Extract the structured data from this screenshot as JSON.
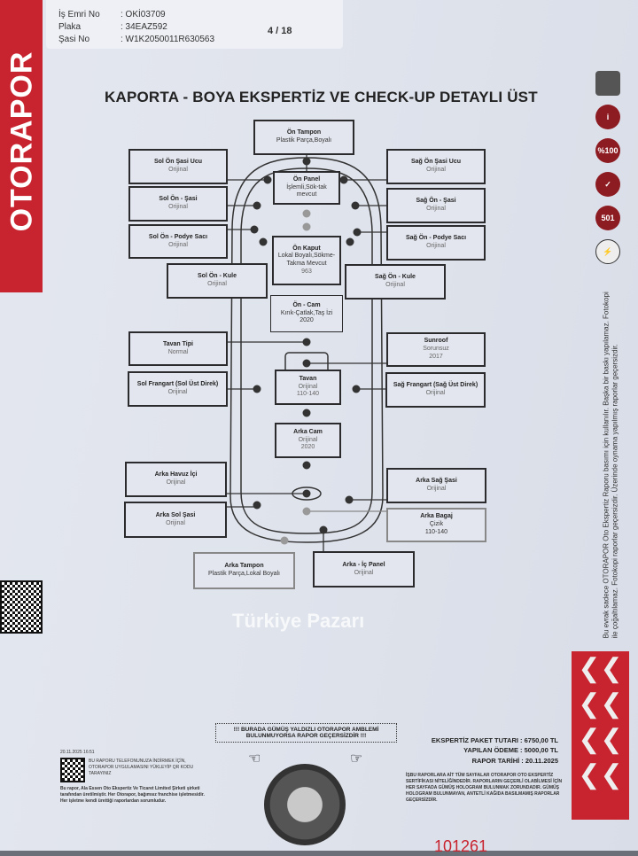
{
  "header": {
    "is_emri_label": "İş Emri No",
    "is_emri": ": OKİ03709",
    "plaka_label": "Plaka",
    "plaka": ": 34EAZ592",
    "sasi_label": "Şasi No",
    "sasi": ": W1K2050011R630563",
    "page": "4 / 18"
  },
  "brand": "OTORAPOR",
  "title": "KAPORTA - BOYA EKSPERTİZ VE CHECK-UP DETAYLI ÜST",
  "parts": [
    {
      "name": "Ön Tampon",
      "status": "Plastik Parça,Boyalı"
    },
    {
      "name": "Sol Ön Şasi Ucu",
      "status": "Orijinal"
    },
    {
      "name": "Sağ Ön Şasi Ucu",
      "status": "Orijinal"
    },
    {
      "name": "Ön Panel",
      "status": "İşlemli,Sök-tak mevcut"
    },
    {
      "name": "Sol Ön - Şasi",
      "status": "Orijinal"
    },
    {
      "name": "Sağ Ön - Şasi",
      "status": "Orijinal"
    },
    {
      "name": "Sol Ön - Podye Sacı",
      "status": "Orijinal"
    },
    {
      "name": "Sağ Ön - Podye Sacı",
      "status": "Orijinal"
    },
    {
      "name": "Ön Kaput",
      "status": "Lokal Boyalı,Sökme-Takma Mevcut",
      "extra": "963"
    },
    {
      "name": "Sol Ön - Kule",
      "status": "Orijinal"
    },
    {
      "name": "Sağ Ön - Kule",
      "status": "Orijinal"
    },
    {
      "name": "Ön - Cam",
      "status": "Kırık-Çatlak,Taş İzi",
      "extra": "2020"
    },
    {
      "name": "Tavan Tipi",
      "status": "Normal"
    },
    {
      "name": "Sunroof",
      "status": "Sorunsuz",
      "extra": "2017"
    },
    {
      "name": "Tavan",
      "status": "Orijinal",
      "extra": "110-140"
    },
    {
      "name": "Sol Frangart (Sol Üst Direk)",
      "status": "Orijinal"
    },
    {
      "name": "Sağ Frangart (Sağ Üst Direk)",
      "status": "Orijinal"
    },
    {
      "name": "Arka Cam",
      "status": "Orijinal",
      "extra": "2020"
    },
    {
      "name": "Arka Havuz İçi",
      "status": "Orijinal"
    },
    {
      "name": "Arka Sağ Şasi",
      "status": "Orijinal"
    },
    {
      "name": "Arka Sol Şasi",
      "status": "Orijinal"
    },
    {
      "name": "Arka Bagaj",
      "status": "Çizik",
      "extra": "110-140"
    },
    {
      "name": "Arka Tampon",
      "status": "Plastik Parça,Lokal Boyalı"
    },
    {
      "name": "Arka - İç Panel",
      "status": "Orijinal"
    }
  ],
  "watermark": "Türkiye Pazarı",
  "side_text": "Bu evrak sadece OTORAPOR Oto Ekspertiz Raporu basımı için kullanılır. Başka bir baskı yapılamaz. Fotokopi ile çoğaltılamaz. Fotokopi raporlar geçersizdir. Üzerinde oynama yapılmış raporlar geçersizdir.",
  "badges": [
    "i",
    "%100",
    "✓",
    "501",
    "⚡"
  ],
  "warning": "!!! BURADA GÜMÜŞ YALDIZLI OTORAPOR AMBLEMİ BULUNMUYORSA RAPOR GEÇERSİZDİR !!!",
  "fees": {
    "paket_label": "EKSPERTİZ PAKET TUTARI :",
    "paket": "6750,00 TL",
    "odeme_label": "YAPILAN ÖDEME :",
    "odeme": "5000,00 TL",
    "tarih_label": "RAPOR TARİHİ :",
    "tarih": "20.11.2025"
  },
  "fees_note": "İŞBU RAPORLARA AİT TÜM SAYFALAR OTORAPOR OTO EKSPERTİZ SERTİFİKASI NİTELİĞİNDEDİR. RAPORLARIN GEÇERLİ OLABİLMESİ İÇİN HER SAYFADA GÜMÜŞ HOLOGRAM BULUNMAK ZORUNDADIR. GÜMÜŞ HOLOGRAM BULUNMAYAN, ANTETLİ KAĞIDA BASILMAMIŞ RAPORLAR GEÇERSİZDİR.",
  "timestamp": "20.11.2025 16:51",
  "qr_text": "BU RAPORU TELEFONUNUZA İNDİRMEK İÇİN, OTORAPOR UYGULAMASINI YÜKLEYİP QR KODU TARAYINIZ",
  "footer_note": "Bu rapor, Ala Essen Oto Ekspertiz Ve Ticaret Limited Şirketi şirketi tarafından üretilmiştir. Her Otorapor, bağımsız franchise işletmesidir. Her işletme kendi ürettiği raporlardan sorumludur.",
  "serial": "101261"
}
